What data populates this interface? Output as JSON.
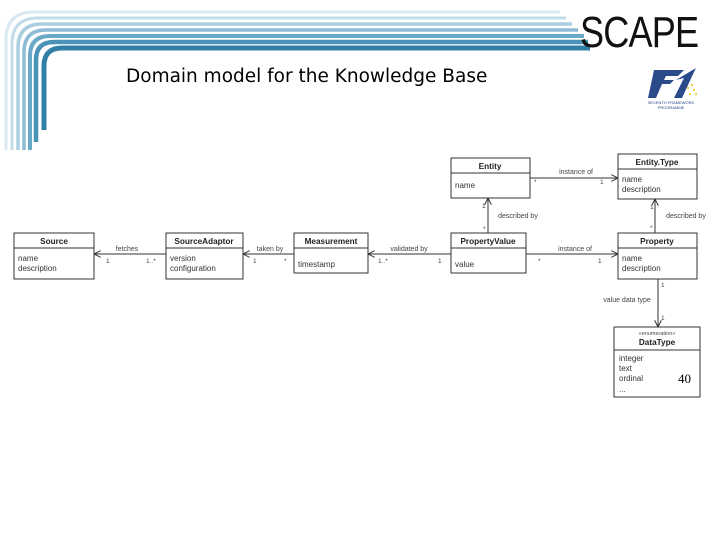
{
  "slide": {
    "brand": "SCAPE",
    "title": "Domain model for the Knowledge Base",
    "page_number": "40",
    "logo_caption": "SEVENTH FRAMEWORK PROGRAMME",
    "accent_colors": [
      "#2f7fa6",
      "#6aa8c8",
      "#a9cfe0",
      "#d8e9f1"
    ]
  },
  "diagram": {
    "classes": {
      "source": {
        "name": "Source",
        "attrs": [
          "name",
          "description"
        ]
      },
      "source_adaptor": {
        "name": "SourceAdaptor",
        "attrs": [
          "version",
          "configuration"
        ]
      },
      "measurement": {
        "name": "Measurement",
        "attrs": [
          "timestamp"
        ]
      },
      "property_value": {
        "name": "PropertyValue",
        "attrs": [
          "value"
        ]
      },
      "property": {
        "name": "Property",
        "attrs": [
          "name",
          "description"
        ]
      },
      "entity": {
        "name": "Entity",
        "attrs": [
          "name"
        ]
      },
      "entity_type": {
        "name": "Entity.Type",
        "attrs": [
          "name",
          "description"
        ]
      },
      "data_type": {
        "stereotype": "«enumeration»",
        "name": "DataType",
        "attrs": [
          "integer",
          "text",
          "ordinal",
          "..."
        ]
      }
    },
    "associations": {
      "fetches": {
        "label": "fetches",
        "m1": "1",
        "m2": "1..*"
      },
      "taken_by": {
        "label": "taken by",
        "m1": "1",
        "m2": "*"
      },
      "validated_by": {
        "label": "validated by",
        "m1": "1..*",
        "m2": "1"
      },
      "instance_of_prop": {
        "label": "instance of",
        "m1": "*",
        "m2": "1"
      },
      "instance_of_entity": {
        "label": "instance of",
        "m1": "*",
        "m2": "1"
      },
      "described_by_entity": {
        "label": "described by",
        "m1": "1",
        "m2": "*"
      },
      "described_by_type": {
        "label": "described by",
        "m1": "1",
        "m2": "*"
      },
      "value_data_type": {
        "label": "value data type",
        "m1": "1",
        "m2": "1"
      }
    }
  }
}
